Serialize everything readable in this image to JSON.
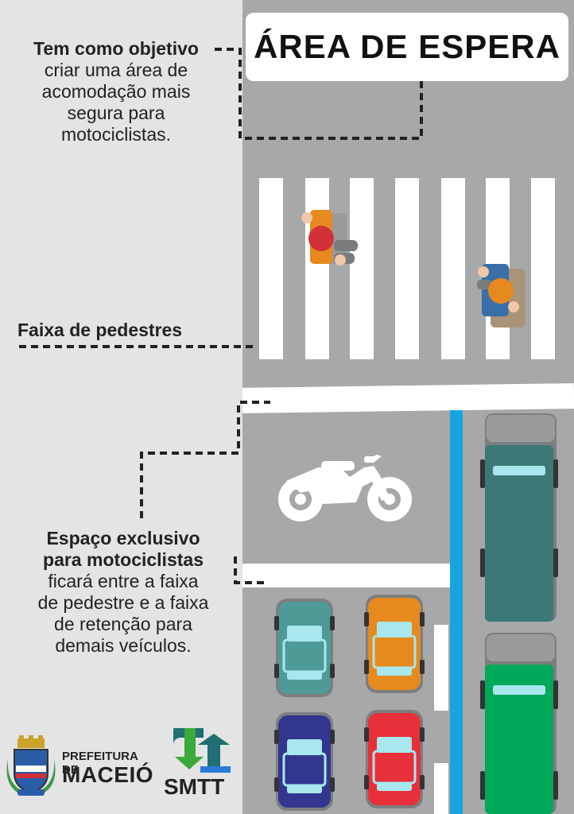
{
  "title": "ÁREA DE ESPERA",
  "objective": {
    "line1": "Tem como objetivo",
    "line2": "criar uma área de",
    "line3": "acomodação mais",
    "line4": "segura para",
    "line5": "motociclistas."
  },
  "crosswalk_label": "Faixa de pedestres",
  "exclusive": {
    "bold1": "Espaço exclusivo",
    "bold2": "para motociclistas",
    "line3": "ficará entre a faixa",
    "line4": "de pedestre e a faixa",
    "line5": "de retenção para",
    "line6": "demais veículos."
  },
  "logos": {
    "prefeitura_line1": "PREFEITURA DE",
    "prefeitura_line2": "MACEIÓ",
    "smtt": "SMTT"
  },
  "colors": {
    "road": "#a7a8aa",
    "blue_lane": "#16a5e0",
    "car_teal": "#4e9a96",
    "car_orange": "#e68a1f",
    "car_navy": "#33368f",
    "car_red": "#e8303a",
    "truck_teal": "#3c7876",
    "truck_green": "#00a859"
  }
}
